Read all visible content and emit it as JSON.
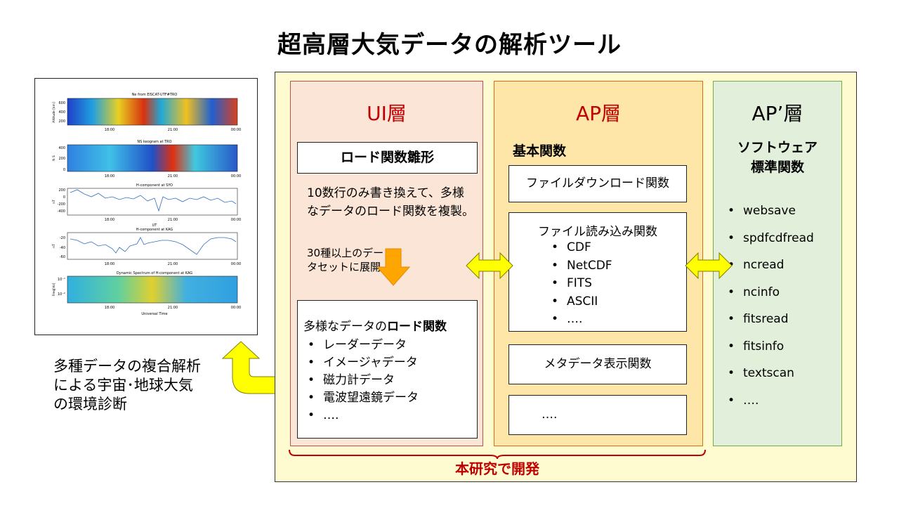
{
  "title": "超高層大気データの解析ツール",
  "ui_layer": {
    "heading": "UI層",
    "template_box": "ロード関数雛形",
    "description": "10数行のみ書き換えて、多様なデータのロード関数を複製。",
    "expand_text": "30種以上のデータセットに展開",
    "functions_title_prefix": "多様なデータの",
    "functions_title_bold": "ロード関数",
    "functions": [
      "レーダーデータ",
      "イメージャデータ",
      "磁力計データ",
      "電波望遠鏡データ",
      "…."
    ]
  },
  "ap_layer": {
    "heading": "AP層",
    "subheading": "基本関数",
    "download_box": "ファイルダウンロード関数",
    "read_box_title": "ファイル読み込み関数",
    "read_formats": [
      "CDF",
      "NetCDF",
      "FITS",
      "ASCII",
      "…."
    ],
    "meta_box": "メタデータ表示関数",
    "etc_box": "…."
  },
  "ap2_layer": {
    "heading": "AP’層",
    "subheading_line1": "ソフトウェア",
    "subheading_line2": "標準関数",
    "functions": [
      "websave",
      "spdfcdfread",
      "ncread",
      "ncinfo",
      "fitsread",
      "fitsinfo",
      "textscan",
      "…."
    ]
  },
  "bracket_label": "本研究で開発",
  "analysis_caption": [
    "多種データの複合解析",
    "による宇宙･地球大気",
    "の環境診断"
  ],
  "chart_panels": {
    "p1_title": "Ne from EISCAT-UTF#TRO",
    "p1_ylabel": "Altitude [km]",
    "p1_yticks": [
      "600",
      "400",
      "200"
    ],
    "p2_title": "NS keogram at TRO",
    "p2_ylabel": "N   S",
    "p2_yticks": [
      "400",
      "200",
      "0"
    ],
    "p3_title": "H-component at SYO",
    "p3_ylabel": "nT",
    "p3_yticks": [
      "200",
      "0",
      "-200",
      "-400"
    ],
    "p4_title": "H-component at KAG",
    "p4_ylabel": "nT",
    "p4_yticks": [
      "-20",
      "-40",
      "-60"
    ],
    "p4_xtitle": "UT",
    "p5_title": "Dynamic Spectrum of H-component at KAG",
    "p5_ylabel": "Freq[Hz]",
    "p5_yticks": [
      "10⁻¹",
      "10⁻²"
    ],
    "xticks": [
      "18:00",
      "21:00",
      "00:00"
    ],
    "xlabel": "Universal Time"
  },
  "colors": {
    "ui_fill": "#fbe5d6",
    "ap_fill": "#fde6a8",
    "ap2_fill": "#e2efda",
    "accent_red": "#c00000",
    "arrow_yellow": "#ffff00",
    "arrow_orange": "#ffa500"
  }
}
